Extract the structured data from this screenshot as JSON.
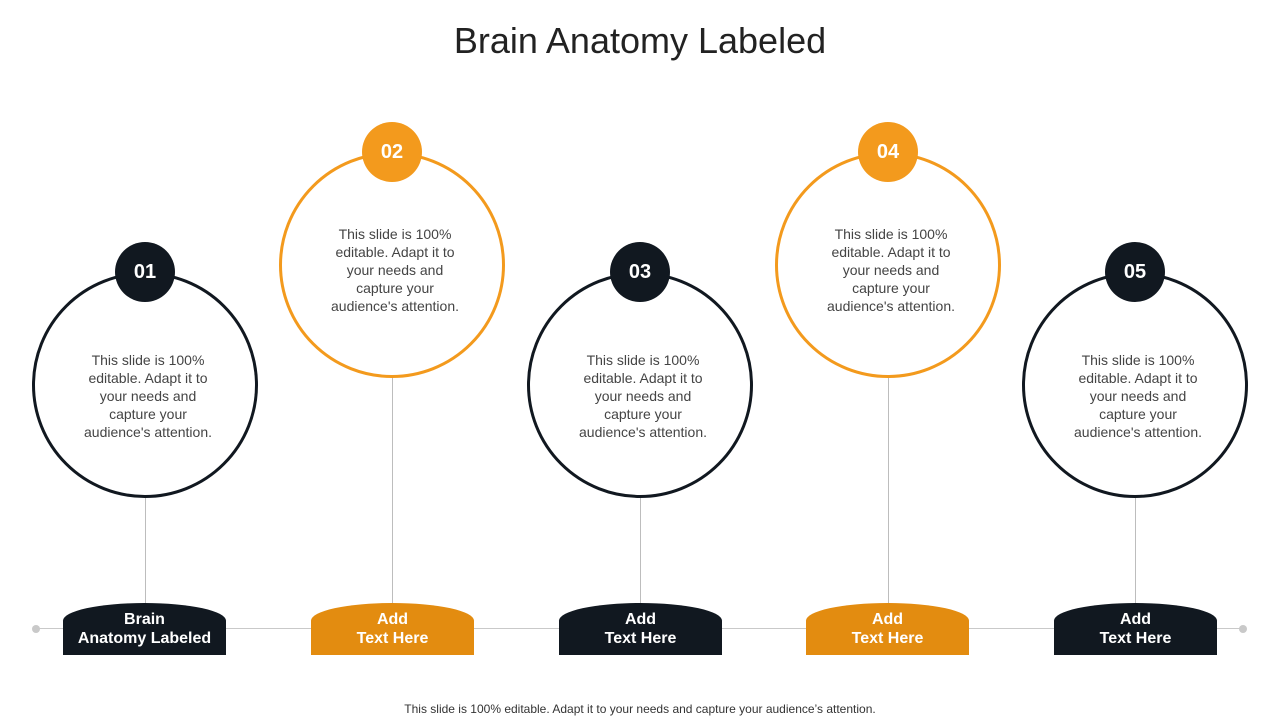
{
  "title": "Brain Anatomy Labeled",
  "footer": "This slide is 100% editable. Adapt it to your needs and capture your audience’s attention.",
  "colors": {
    "dark": "#111820",
    "orange": "#f39a1d",
    "label_orange": "#e38c10"
  },
  "steps": [
    {
      "number": "01",
      "text": [
        "This slide is 100%",
        "editable. Adapt it to",
        "your needs and",
        "capture your",
        "audience's attention."
      ],
      "label": [
        "Brain",
        "Anatomy Labeled"
      ]
    },
    {
      "number": "02",
      "text": [
        "This slide is 100%",
        "editable. Adapt it to",
        "your needs and",
        "capture your",
        "audience's attention."
      ],
      "label": [
        "Add",
        "Text Here"
      ]
    },
    {
      "number": "03",
      "text": [
        "This slide is 100%",
        "editable. Adapt it to",
        "your needs and",
        "capture your",
        "audience's attention."
      ],
      "label": [
        "Add",
        "Text Here"
      ]
    },
    {
      "number": "04",
      "text": [
        "This slide is 100%",
        "editable. Adapt it to",
        "your needs and",
        "capture your",
        "audience's attention."
      ],
      "label": [
        "Add",
        "Text Here"
      ]
    },
    {
      "number": "05",
      "text": [
        "This slide is 100%",
        "editable. Adapt it to",
        "your needs and",
        "capture your",
        "audience's attention."
      ],
      "label": [
        "Add",
        "Text Here"
      ]
    }
  ]
}
